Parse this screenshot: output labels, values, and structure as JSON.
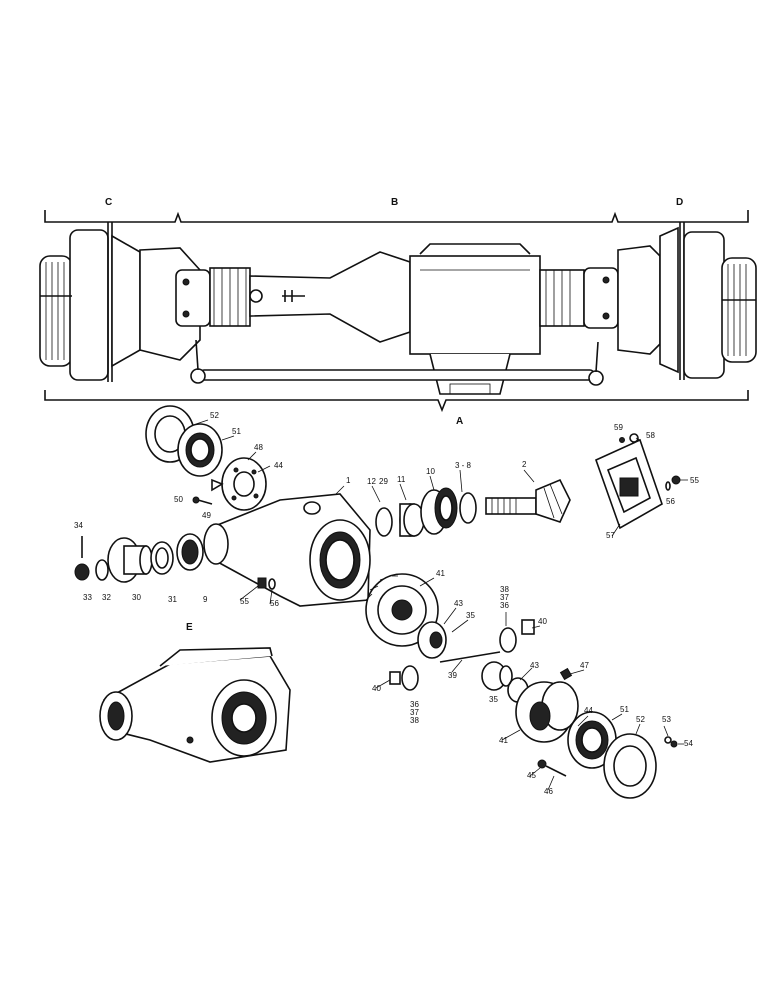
{
  "sections": {
    "A": "A",
    "B": "B",
    "C": "C",
    "D": "D",
    "E": "E"
  },
  "parts": {
    "p1": "1",
    "p2": "2",
    "p3_8": "3 - 8",
    "p9": "9",
    "p10": "10",
    "p11": "11",
    "p12": "12",
    "p29": "29",
    "p30": "30",
    "p31": "31",
    "p32": "32",
    "p33": "33",
    "p34": "34",
    "p35": "35",
    "p36": "36",
    "p37": "37",
    "p38": "38",
    "p39": "39",
    "p40": "40",
    "p41": "41",
    "p43": "43",
    "p44": "44",
    "p45": "45",
    "p46": "46",
    "p47": "47",
    "p48": "48",
    "p49": "49",
    "p50": "50",
    "p51": "51",
    "p52": "52",
    "p53": "53",
    "p54": "54",
    "p55": "55",
    "p56": "56",
    "p57": "57",
    "p58": "58",
    "p59": "59"
  }
}
